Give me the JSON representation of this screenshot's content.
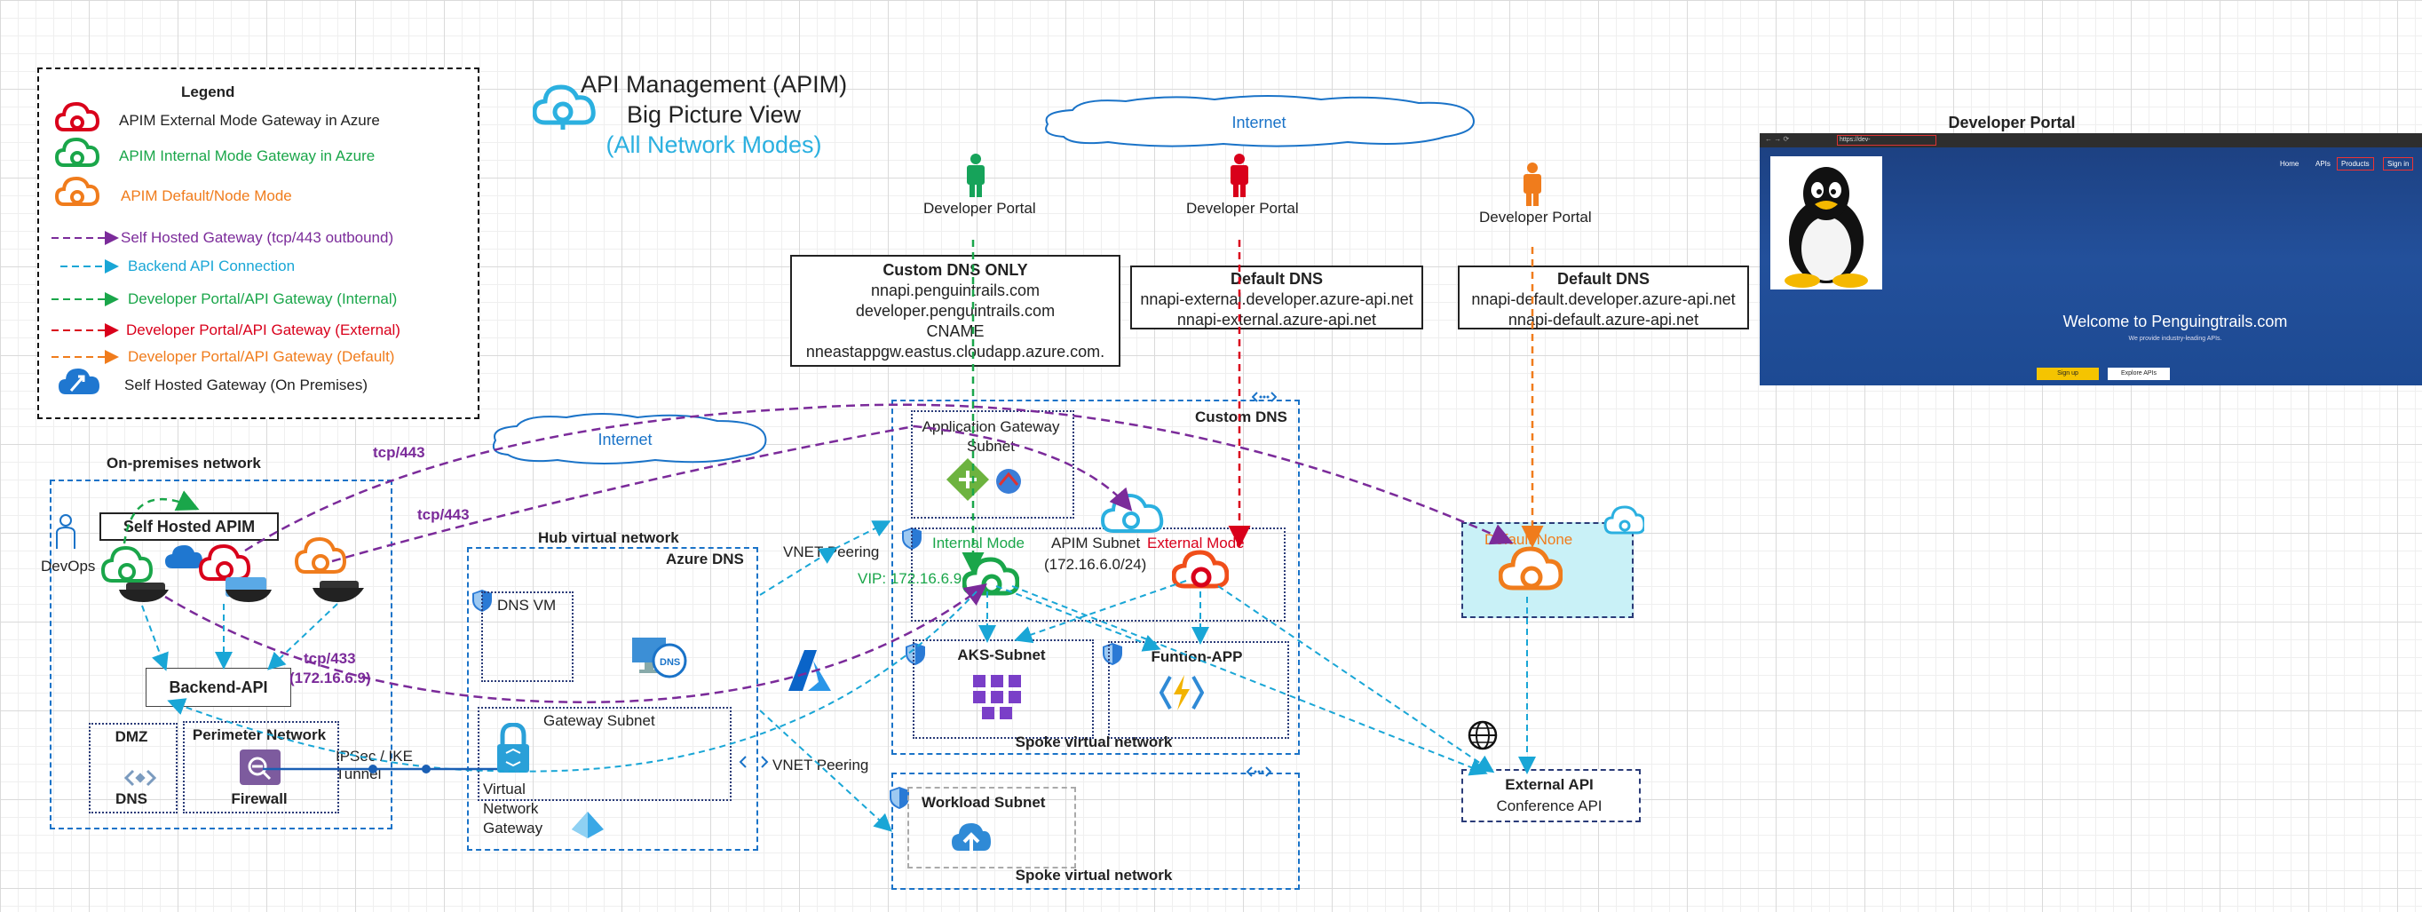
{
  "title": {
    "line1": "API Management (APIM)",
    "line2": "Big Picture View",
    "line3": "(All Network Modes)"
  },
  "legend": {
    "heading": "Legend",
    "items": [
      {
        "label": "APIM External Mode Gateway in Azure",
        "color": "#d9001b"
      },
      {
        "label": "APIM Internal Mode Gateway in Azure",
        "color": "#1aa64a"
      },
      {
        "label": "APIM Default/Node Mode",
        "color": "#f07c1c"
      },
      {
        "label": "Self Hosted Gateway (tcp/443 outbound)",
        "color": "#7b2b9a"
      },
      {
        "label": "Backend API Connection",
        "color": "#19a6d6"
      },
      {
        "label": "Developer Portal/API Gateway (Internal)",
        "color": "#1aa64a"
      },
      {
        "label": "Developer Portal/API Gateway (External)",
        "color": "#d9001b"
      },
      {
        "label": "Developer Portal/API Gateway (Default)",
        "color": "#f07c1c"
      },
      {
        "label": "Self Hosted Gateway (On Premises)",
        "color": "#222222"
      }
    ]
  },
  "internet": [
    "Internet",
    "Internet"
  ],
  "developer_portal_label": "Developer Portal",
  "dns_boxes": {
    "custom": {
      "heading": "Custom DNS ONLY",
      "lines": [
        "nnapi.penguintrails.com",
        "developer.penguintrails.com",
        "CNAME",
        "nneastappgw.eastus.cloudapp.azure.com."
      ]
    },
    "external": {
      "heading": "Default DNS",
      "lines": [
        "nnapi-external.developer.azure-api.net",
        "nnapi-external.azure-api.net"
      ]
    },
    "default": {
      "heading": "Default DNS",
      "lines": [
        "nnapi-default.developer.azure-api.net",
        "nnapi-default.azure-api.net"
      ]
    }
  },
  "onprem": {
    "title": "On-premises network",
    "self_hosted": "Self Hosted APIM",
    "devops": "DevOps",
    "backend": "Backend-API",
    "dmz_top": "DMZ",
    "dmz_bottom": "DNS",
    "perimeter": "Perimeter Network",
    "firewall": "Firewall"
  },
  "tcp_labels": [
    "tcp/443",
    "tcp/443",
    "tcp/433",
    "(172.16.6.9)"
  ],
  "ipsec": "IPSec / IKE\nTunnel",
  "hub": {
    "title": "Hub virtual network",
    "azure_dns": "Azure DNS",
    "dns_vm": "DNS VM",
    "gateway_subnet": "Gateway Subnet",
    "vng": "Virtual\nNetwork\nGateway"
  },
  "vnet_peering": [
    "VNET Peering",
    "VNET Peering"
  ],
  "spoke1": {
    "custom_dns": "Custom DNS",
    "appgw": "Application Gateway\nSubnet",
    "internal_mode": "Internal Mode",
    "apim_subnet": "APIM Subnet",
    "apim_cidr": "(172.16.6.0/24)",
    "external_mode": "External Mode",
    "vip": "VIP: 172.16.6.9",
    "aks": "AKS-Subnet",
    "function": "Funtion-APP",
    "title": "Spoke virtual network"
  },
  "spoke2": {
    "workload": "Workload Subnet",
    "title": "Spoke virtual network"
  },
  "default_none": "Default/None",
  "external_api": {
    "title": "External API",
    "sub": "Conference API"
  },
  "portal": {
    "heading": "Developer Portal",
    "url": "https://dev-external.penguintrails.com",
    "nav": [
      "Home",
      "APIs",
      "Products",
      "Sign in"
    ],
    "welcome": "Welcome to Penguingtrails.com",
    "sub": "We provide industry-leading APIs.",
    "btn1": "Sign up",
    "btn2": "Explore APIs"
  }
}
